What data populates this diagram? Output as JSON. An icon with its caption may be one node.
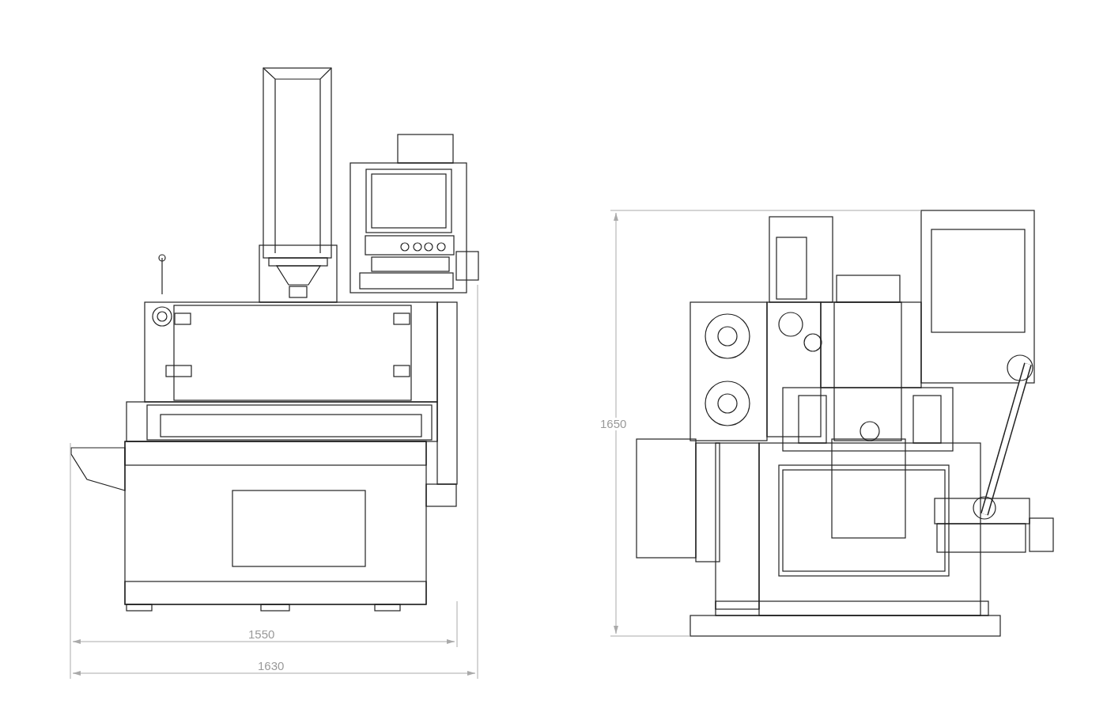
{
  "diagram": {
    "labels": [
      "1550",
      "1630",
      "1650"
    ]
  }
}
